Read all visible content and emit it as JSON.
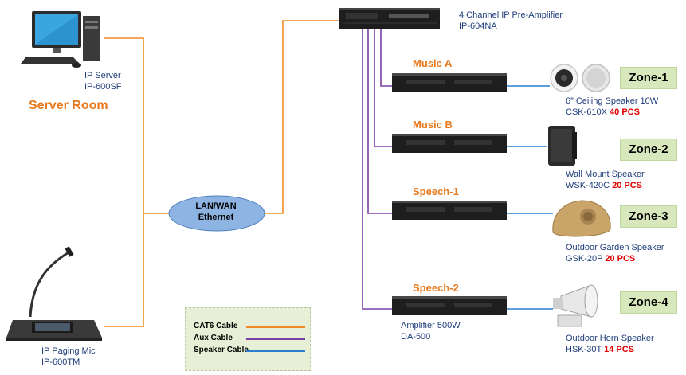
{
  "server": {
    "name": "IP Server",
    "model": "IP-600SF"
  },
  "server_room": "Server Room",
  "paging_mic": {
    "name": "IP Paging Mic",
    "model": "IP-600TM"
  },
  "network": {
    "line1": "LAN/WAN",
    "line2": "Ethernet"
  },
  "preamp": {
    "name": "4 Channel IP Pre-Amplifier",
    "model": "IP-604NA"
  },
  "amplifiers": [
    {
      "title": "Music A"
    },
    {
      "title": "Music B"
    },
    {
      "title": "Speech-1"
    },
    {
      "title": "Speech-2"
    }
  ],
  "amplifier_model": {
    "name": "Amplifier 500W",
    "model": "DA-500"
  },
  "zones": [
    {
      "label": "Zone-1",
      "speaker": "6” Ceiling Speaker 10W",
      "model": "CSK-610X",
      "qty": "40 PCS"
    },
    {
      "label": "Zone-2",
      "speaker": "Wall Mount Speaker",
      "model": "WSK-420C",
      "qty": "20 PCS"
    },
    {
      "label": "Zone-3",
      "speaker": "Outdoor Garden Speaker",
      "model": "GSK-20P",
      "qty": "20 PCS"
    },
    {
      "label": "Zone-4",
      "speaker": "Outdoor Horn Speaker",
      "model": "HSK-30T",
      "qty": "14 PCS"
    }
  ],
  "legend": [
    {
      "label": "CAT6 Cable",
      "color": "#f08a24"
    },
    {
      "label": "Aux Cable",
      "color": "#7b3fa8"
    },
    {
      "label": "Speaker Cable",
      "color": "#2a7fd0"
    }
  ],
  "colors": {
    "cat6": "#f08a24",
    "aux": "#7b3fa8",
    "speaker": "#2a7fd0",
    "zone_bg": "#d7e8bd",
    "title_orange": "#e87a1e",
    "label_blue": "#1f3d7a",
    "qty_red": "#e00000"
  }
}
